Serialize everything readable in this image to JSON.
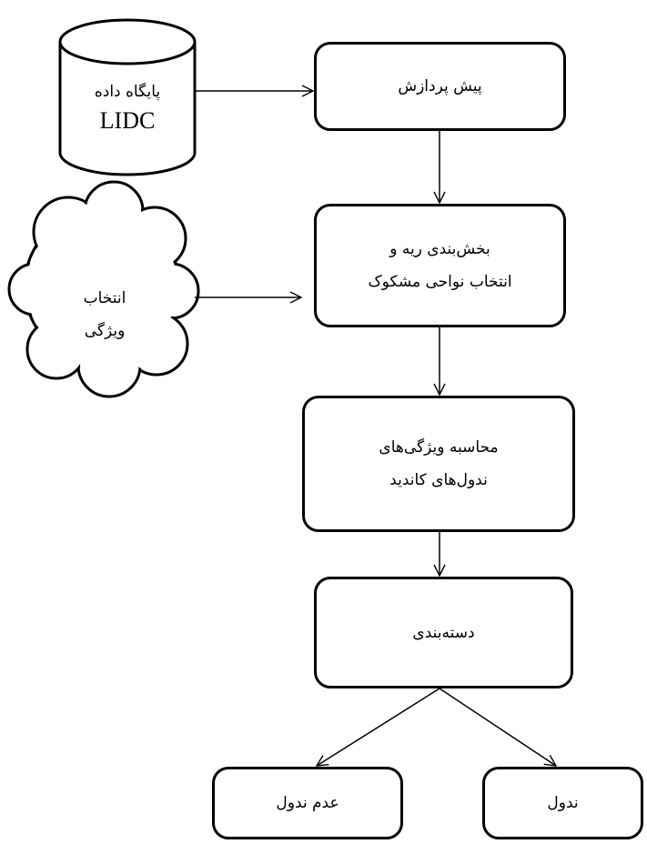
{
  "database": {
    "line1": "پایگاه داده",
    "line2": "LIDC"
  },
  "steps": {
    "preprocess": {
      "lines": [
        "پیش پردازش"
      ]
    },
    "segmentation": {
      "lines": [
        "بخش‌بندی ریه و",
        "انتخاب نواحی مشکوک"
      ]
    },
    "features": {
      "lines": [
        "محاسبه ویژگی‌های",
        "ندول‌های کاندید"
      ]
    },
    "classification": {
      "lines": [
        "دسته‌بندی"
      ]
    }
  },
  "feature_selection": {
    "lines": [
      "انتخاب",
      "ویژگی"
    ]
  },
  "outcomes": {
    "non_nodule": "عدم ندول",
    "nodule": "ندول"
  }
}
